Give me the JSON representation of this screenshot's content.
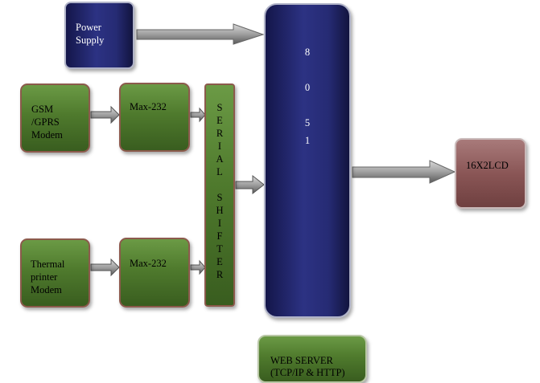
{
  "blocks": {
    "power_supply": "Power\nSupply",
    "gsm_modem": "GSM\n/GPRS\nModem",
    "max232_top": "Max-232",
    "thermal_modem": "Thermal\nprinter\nModem",
    "max232_bottom": "Max-232",
    "serial_shifter_letters": [
      "S",
      "E",
      "R",
      "I",
      "A",
      "L",
      "",
      "S",
      "H",
      "I",
      "F",
      "T",
      "E",
      "R"
    ],
    "mcu_digits": [
      "8",
      "0",
      "5",
      "1"
    ],
    "lcd": "16X2LCD",
    "web_server": "WEB SERVER\n(TCP/IP & HTTP)"
  },
  "colors": {
    "navy": "#262b74",
    "green": "#4f7a2d",
    "rose": "#8a5656",
    "arrow": "#8c8c8c"
  }
}
